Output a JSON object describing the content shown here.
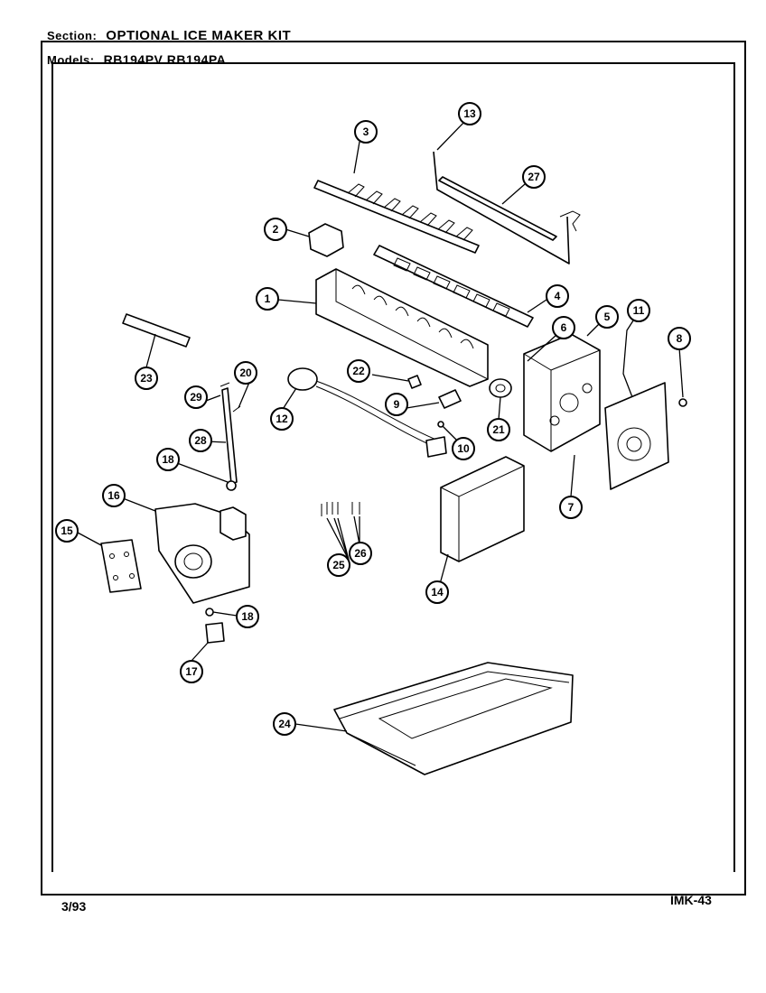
{
  "header": {
    "section_label": "Section:",
    "section_value": "OPTIONAL ICE MAKER KIT",
    "models_label": "Models:",
    "models_value": "RB194PV RB194PA"
  },
  "footer": {
    "date": "3/93",
    "page_code": "IMK-43"
  },
  "callouts": [
    {
      "id": "c1",
      "label": "1"
    },
    {
      "id": "c2",
      "label": "2"
    },
    {
      "id": "c3",
      "label": "3"
    },
    {
      "id": "c4",
      "label": "4"
    },
    {
      "id": "c5",
      "label": "5"
    },
    {
      "id": "c6",
      "label": "6"
    },
    {
      "id": "c7",
      "label": "7"
    },
    {
      "id": "c8",
      "label": "8"
    },
    {
      "id": "c9",
      "label": "9"
    },
    {
      "id": "c10",
      "label": "10"
    },
    {
      "id": "c11",
      "label": "11"
    },
    {
      "id": "c12",
      "label": "12"
    },
    {
      "id": "c13",
      "label": "13"
    },
    {
      "id": "c14",
      "label": "14"
    },
    {
      "id": "c15",
      "label": "15"
    },
    {
      "id": "c16",
      "label": "16"
    },
    {
      "id": "c17",
      "label": "17"
    },
    {
      "id": "c18a",
      "label": "18"
    },
    {
      "id": "c18b",
      "label": "18"
    },
    {
      "id": "c20",
      "label": "20"
    },
    {
      "id": "c21",
      "label": "21"
    },
    {
      "id": "c22",
      "label": "22"
    },
    {
      "id": "c23",
      "label": "23"
    },
    {
      "id": "c24",
      "label": "24"
    },
    {
      "id": "c25",
      "label": "25"
    },
    {
      "id": "c26",
      "label": "26"
    },
    {
      "id": "c27",
      "label": "27"
    },
    {
      "id": "c28",
      "label": "28"
    },
    {
      "id": "c29",
      "label": "29"
    }
  ]
}
